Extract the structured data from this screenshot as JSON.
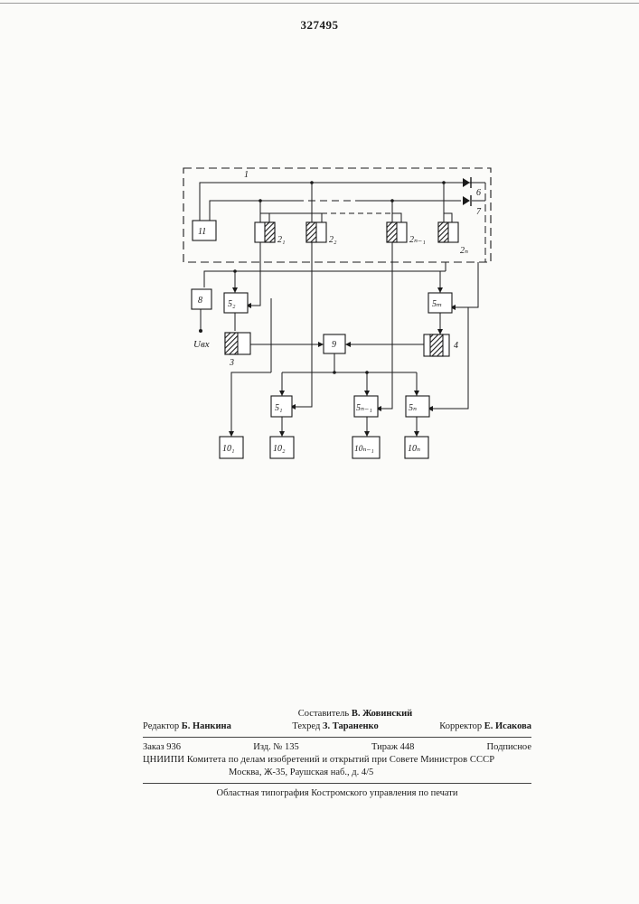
{
  "patent_number": "327495",
  "diagram": {
    "labels": {
      "block_1": "1",
      "diode_6": "6",
      "diode_7": "7",
      "block_11": "11",
      "sensor_2_1": "2₁",
      "sensor_2_2": "2₂",
      "sensor_2_n_1": "2ₙ₋₁",
      "sensor_2_n": "2ₙ",
      "block_8": "8",
      "block_5_2": "5₂",
      "block_5_m": "5ₘ",
      "input_voltage": "Uвх",
      "block_3": "3",
      "block_9": "9",
      "block_4": "4",
      "block_5_1": "5₁",
      "block_5_n_1": "5ₙ₋₁",
      "block_5_n": "5ₙ",
      "block_10_1": "10₁",
      "block_10_2": "10₂",
      "block_10_n_1": "10ₙ₋₁",
      "block_10_n": "10ₙ"
    }
  },
  "colophon": {
    "compiler_label": "Составитель",
    "compiler_name": "В. Жовинский",
    "editor_label": "Редактор",
    "editor_name": "Б. Нанкина",
    "techeditor_label": "Техред",
    "techeditor_name": "З. Тараненко",
    "corrector_label": "Корректор",
    "corrector_name": "Е. Исакова",
    "order": "Заказ 936",
    "edition": "Изд. № 135",
    "print_run": "Тираж 448",
    "subscription": "Подписное",
    "organization": "ЦНИИПИ Комитета по делам изобретений и открытий при Совете Министров СССР",
    "address": "Москва, Ж-35, Раушская наб., д. 4/5",
    "printer": "Областная типография Костромского управления по печати"
  }
}
